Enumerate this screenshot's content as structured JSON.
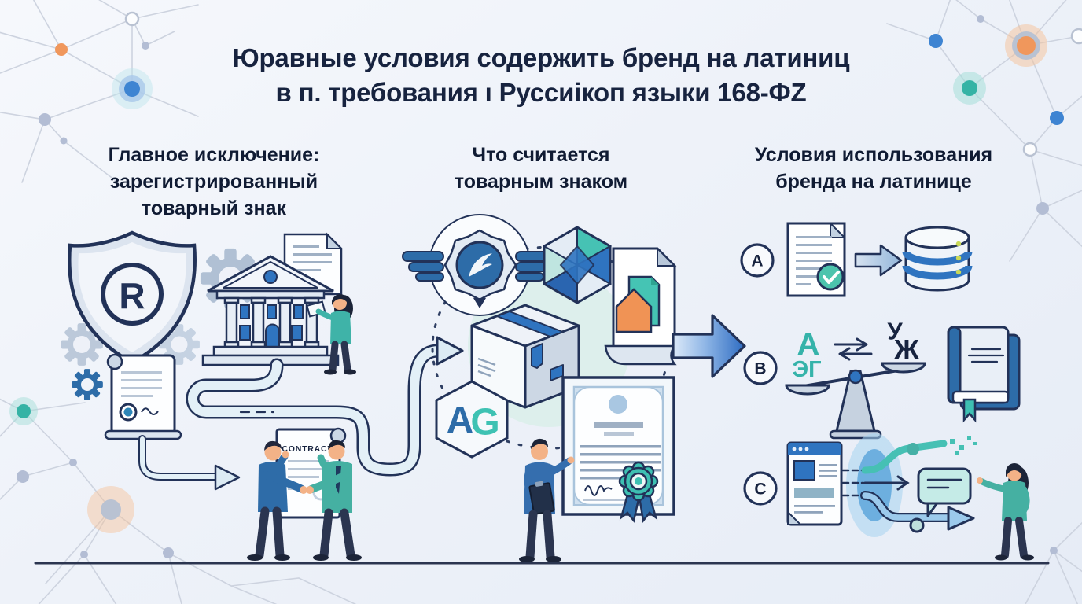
{
  "title": {
    "line1": "Юравные условия содержить бренд на латиниц",
    "line2": "в п. требования ı Руссиікоп языки 168-ФZ"
  },
  "sections": {
    "exception": {
      "lines": [
        "Главное исключение:",
        "зарегистрированный",
        "товарный знак"
      ]
    },
    "definition": {
      "lines": [
        "Что считается",
        "товарным знаком"
      ]
    },
    "usage": {
      "lines": [
        "Условия использования",
        "бренда на латинице"
      ]
    }
  },
  "illustrations": {
    "registered_letter": "R",
    "contract_label": "CONTRACT",
    "monogram_a": "A",
    "monogram_g": "G"
  },
  "usage_rows": {
    "a": {
      "label": "A"
    },
    "b": {
      "label": "B",
      "source_top": "А",
      "source_bottom": "ЭГ",
      "target_top": "У",
      "target_bottom": "Ж"
    },
    "c": {
      "label": "C"
    }
  },
  "icons": [
    "registered-trademark-shield-icon",
    "gear-icon",
    "bank-building-icon",
    "document-icon",
    "certificate-scroll-icon",
    "flow-road-arrow",
    "contract-document-icon",
    "handshake-people",
    "winged-badge-icon",
    "gem-polyhedron-icon",
    "image-document-icon",
    "package-box-icon",
    "ag-monogram-hexagon-icon",
    "award-certificate-icon",
    "person-presenting",
    "transition-arrow-icon",
    "document-check-icon",
    "database-icon",
    "translation-letters",
    "balance-scale-icon",
    "book-icon",
    "browser-window-icon",
    "flow-branches-icon",
    "chat-bubble-icon",
    "person-pointing",
    "network-nodes-decoration"
  ],
  "colors": {
    "outline_navy": "#223258",
    "title_text": "#17233f",
    "heading_text": "#101b33",
    "blue": "#2f74c0",
    "teal": "#3ec0b2",
    "orange": "#f0975c",
    "mint_circle": "#ddefec",
    "road_fill": "#e3f0f7"
  }
}
